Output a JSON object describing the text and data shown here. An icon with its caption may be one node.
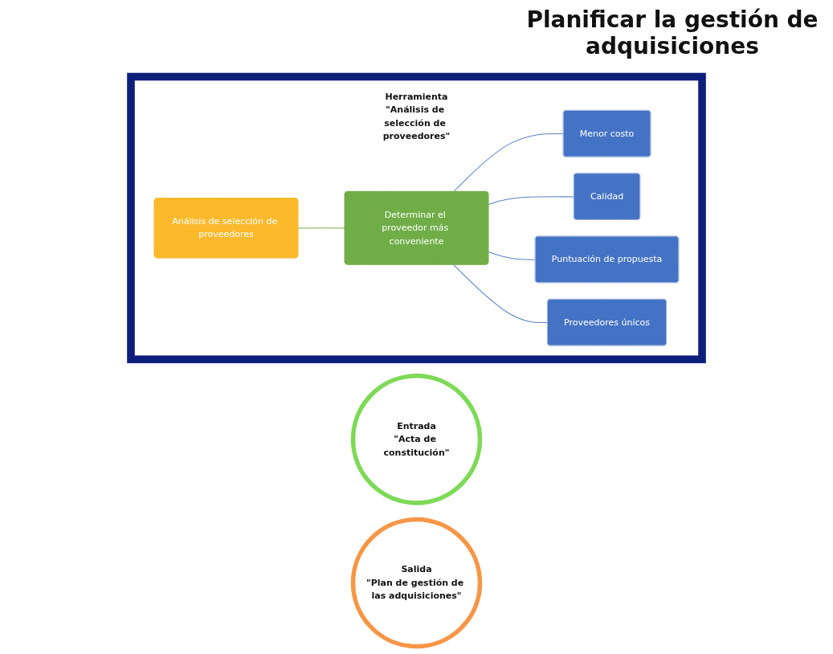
{
  "diagram": {
    "title": "Planificar la gestión de adquisiciones",
    "nodes": [
      {
        "text": [
          "Entrada",
          "\"Acta de constitución\""
        ]
      },
      {
        "text": [
          "Herramienta",
          "\"Análisis de selección de proveedores\""
        ]
      },
      {
        "text": [
          "Análisis de selección de proveedores"
        ],
        "in": 1
      },
      {
        "text": [
          "Determinar el proveedor más conveniente"
        ],
        "in": 1
      },
      {
        "text": [
          "Menor costo"
        ],
        "in": 1
      },
      {
        "text": [
          "Calidad"
        ],
        "in": 1
      },
      {
        "text": [
          "Puntuación de propuesta"
        ],
        "in": 1
      },
      {
        "text": [
          "Proveedores únicos"
        ],
        "in": 1
      },
      {
        "text": [
          "Salida",
          "\"Plan de gestión de las adquisiciones\""
        ]
      }
    ],
    "edges": [
      {
        "from": 2,
        "to": 3,
        "arrow": "none",
        "color": "#70ad47"
      },
      {
        "from": 3,
        "to": 4,
        "arrow": "none"
      },
      {
        "from": 3,
        "to": 5,
        "arrow": "none"
      },
      {
        "from": 3,
        "to": 6,
        "arrow": "none"
      },
      {
        "from": 3,
        "to": 7,
        "arrow": "none"
      }
    ]
  }
}
